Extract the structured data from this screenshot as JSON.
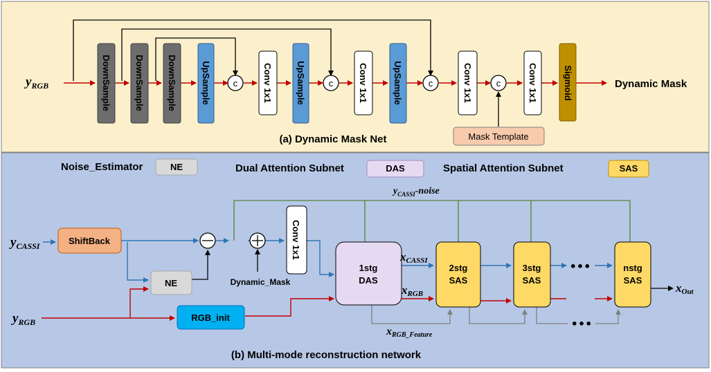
{
  "panel_a": {
    "input": {
      "main": "y",
      "sub": "RGB"
    },
    "blocks": {
      "down1": "DownSample",
      "down2": "DownSample",
      "down3": "DownSample",
      "up1": "UpSample",
      "conv1": "Conv 1x1",
      "up2": "UpSample",
      "conv2": "Conv 1x1",
      "up3": "UpSample",
      "conv3": "Conv 1x1",
      "conv4": "Conv 1x1",
      "sigmoid": "Sigmoid"
    },
    "concat_symbol": "c",
    "mask_template": "Mask Template",
    "output": "Dynamic Mask",
    "caption": "(a) Dynamic Mask Net"
  },
  "panel_b": {
    "legend": {
      "ne_label": "Noise_Estimator",
      "ne_box": "NE",
      "das_label": "Dual Attention Subnet",
      "das_box": "DAS",
      "sas_label": "Spatial Attention Subnet",
      "sas_box": "SAS"
    },
    "noise_label": {
      "main": "y",
      "sub": "CASSI",
      "suffix": "-noise"
    },
    "input_cassi": {
      "main": "y",
      "sub": "CASSI"
    },
    "input_rgb": {
      "main": "y",
      "sub": "RGB"
    },
    "shiftback": "ShiftBack",
    "ne": "NE",
    "rgb_init": "RGB_init",
    "dynamic_mask": "Dynamic_Mask",
    "conv": "Conv 1x1",
    "stages": [
      {
        "top": "1stg",
        "bottom": "DAS"
      },
      {
        "top": "2stg",
        "bottom": "SAS"
      },
      {
        "top": "3stg",
        "bottom": "SAS"
      },
      {
        "top": "nstg",
        "bottom": "SAS"
      }
    ],
    "x_cassi": {
      "main": "x",
      "sub": "CASSI"
    },
    "x_rgb": {
      "main": "x",
      "sub": "RGB"
    },
    "x_rgb_feature": {
      "main": "x",
      "sub": "RGB_Feature"
    },
    "x_out": {
      "main": "x",
      "sub": "Out"
    },
    "ellipsis": "•••",
    "caption": "(b) Multi-mode reconstruction network"
  },
  "colors": {
    "panel_a_bg": "#fcf0cc",
    "panel_b_bg": "#b7c8e6",
    "red_arrow": "#c00000",
    "blue_arrow": "#2e75b6",
    "green_arrow": "#548235",
    "gray_arrow": "#7f7f7f",
    "downsample": "#6d6d6d",
    "upsample": "#5b9bd5",
    "sigmoid": "#bf8f00",
    "mask_template": "#f8cbad",
    "shiftback": "#f4b183",
    "ne": "#d9d9d9",
    "rgb_init": "#00b0f0",
    "das": "#e6d9f2",
    "sas": "#ffd966",
    "conv": "#ffffff"
  }
}
